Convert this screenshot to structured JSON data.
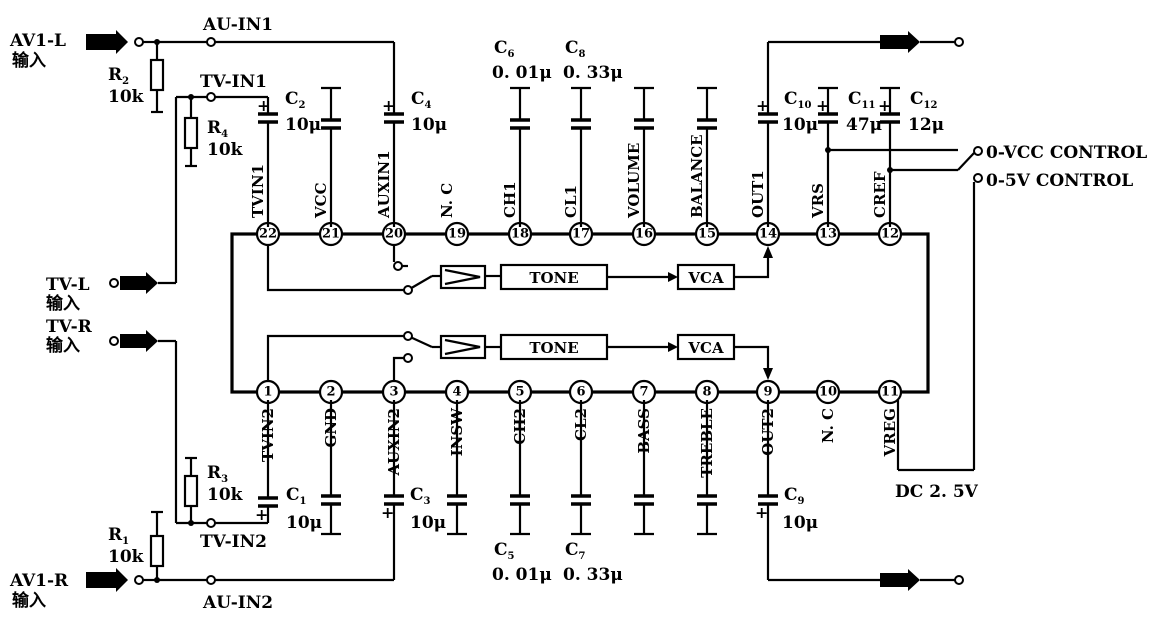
{
  "io": {
    "av1l": "AV1-L",
    "av1l_sub": "输入",
    "av1r": "AV1-R",
    "av1r_sub": "输入",
    "tvl": "TV-L",
    "tvl_sub": "输入",
    "tvr": "TV-R",
    "tvr_sub": "输入"
  },
  "nets": {
    "au_in1": "AU-IN1",
    "au_in2": "AU-IN2",
    "tv_in1": "TV-IN1",
    "tv_in2": "TV-IN2",
    "ctrl_vcc": "0-VCC CONTROL",
    "ctrl_5v": "0-5V CONTROL",
    "dc": "DC 2. 5V"
  },
  "resistors": [
    {
      "name": "R",
      "sub": "2",
      "value": "10k"
    },
    {
      "name": "R",
      "sub": "4",
      "value": "10k"
    },
    {
      "name": "R",
      "sub": "3",
      "value": "10k"
    },
    {
      "name": "R",
      "sub": "1",
      "value": "10k"
    }
  ],
  "caps_top": [
    {
      "name": "C",
      "sub": "2",
      "value": "10μ"
    },
    {
      "name": "C",
      "sub": "4",
      "value": "10μ"
    },
    {
      "name": "C",
      "sub": "6",
      "value": "0. 01μ"
    },
    {
      "name": "C",
      "sub": "8",
      "value": "0. 33μ"
    },
    {
      "name": "C",
      "sub": "10",
      "value": "10μ"
    },
    {
      "name": "C",
      "sub": "11",
      "value": "47μ"
    },
    {
      "name": "C",
      "sub": "12",
      "value": "12μ"
    }
  ],
  "caps_bottom": [
    {
      "name": "C",
      "sub": "1",
      "value": "10μ"
    },
    {
      "name": "C",
      "sub": "3",
      "value": "10μ"
    },
    {
      "name": "C",
      "sub": "5",
      "value": "0. 01μ"
    },
    {
      "name": "C",
      "sub": "7",
      "value": "0. 33μ"
    },
    {
      "name": "C",
      "sub": "9",
      "value": "10μ"
    }
  ],
  "pins_top": [
    {
      "num": "22",
      "label": "TVIN1"
    },
    {
      "num": "21",
      "label": "VCC"
    },
    {
      "num": "20",
      "label": "AUXIN1"
    },
    {
      "num": "19",
      "label": "N. C"
    },
    {
      "num": "18",
      "label": "CH1"
    },
    {
      "num": "17",
      "label": "CL1"
    },
    {
      "num": "16",
      "label": "VOLUME"
    },
    {
      "num": "15",
      "label": "BALANCE"
    },
    {
      "num": "14",
      "label": "OUT1"
    },
    {
      "num": "13",
      "label": "VRS"
    },
    {
      "num": "12",
      "label": "CREF"
    }
  ],
  "pins_bottom": [
    {
      "num": "1",
      "label": "TVIN2"
    },
    {
      "num": "2",
      "label": "GND"
    },
    {
      "num": "3",
      "label": "AUXIN2"
    },
    {
      "num": "4",
      "label": "INSW"
    },
    {
      "num": "5",
      "label": "CH2"
    },
    {
      "num": "6",
      "label": "CL2"
    },
    {
      "num": "7",
      "label": "BASS"
    },
    {
      "num": "8",
      "label": "TREBLE"
    },
    {
      "num": "9",
      "label": "OUT2"
    },
    {
      "num": "10",
      "label": "N. C"
    },
    {
      "num": "11",
      "label": "VREG"
    }
  ],
  "blocks": {
    "tone1": "TONE",
    "vca1": "VCA",
    "tone2": "TONE",
    "vca2": "VCA"
  }
}
